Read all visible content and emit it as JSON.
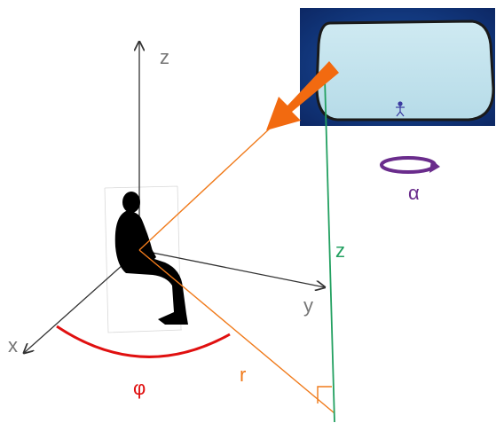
{
  "labels": {
    "z_axis": "z",
    "y_axis": "y",
    "x_axis": "x",
    "z_distance": "z",
    "r_distance": "r",
    "phi_angle": "φ",
    "alpha_rotation": "α"
  },
  "colors": {
    "axis": "#333333",
    "axis_label": "#777777",
    "orange": "#f07a1a",
    "green": "#22a060",
    "red": "#e01010",
    "purple": "#6a2c8c",
    "arrow": "#f26a10",
    "silhouette": "#000000"
  },
  "photo": {
    "description_icon": "camera-photo-of-screen"
  }
}
